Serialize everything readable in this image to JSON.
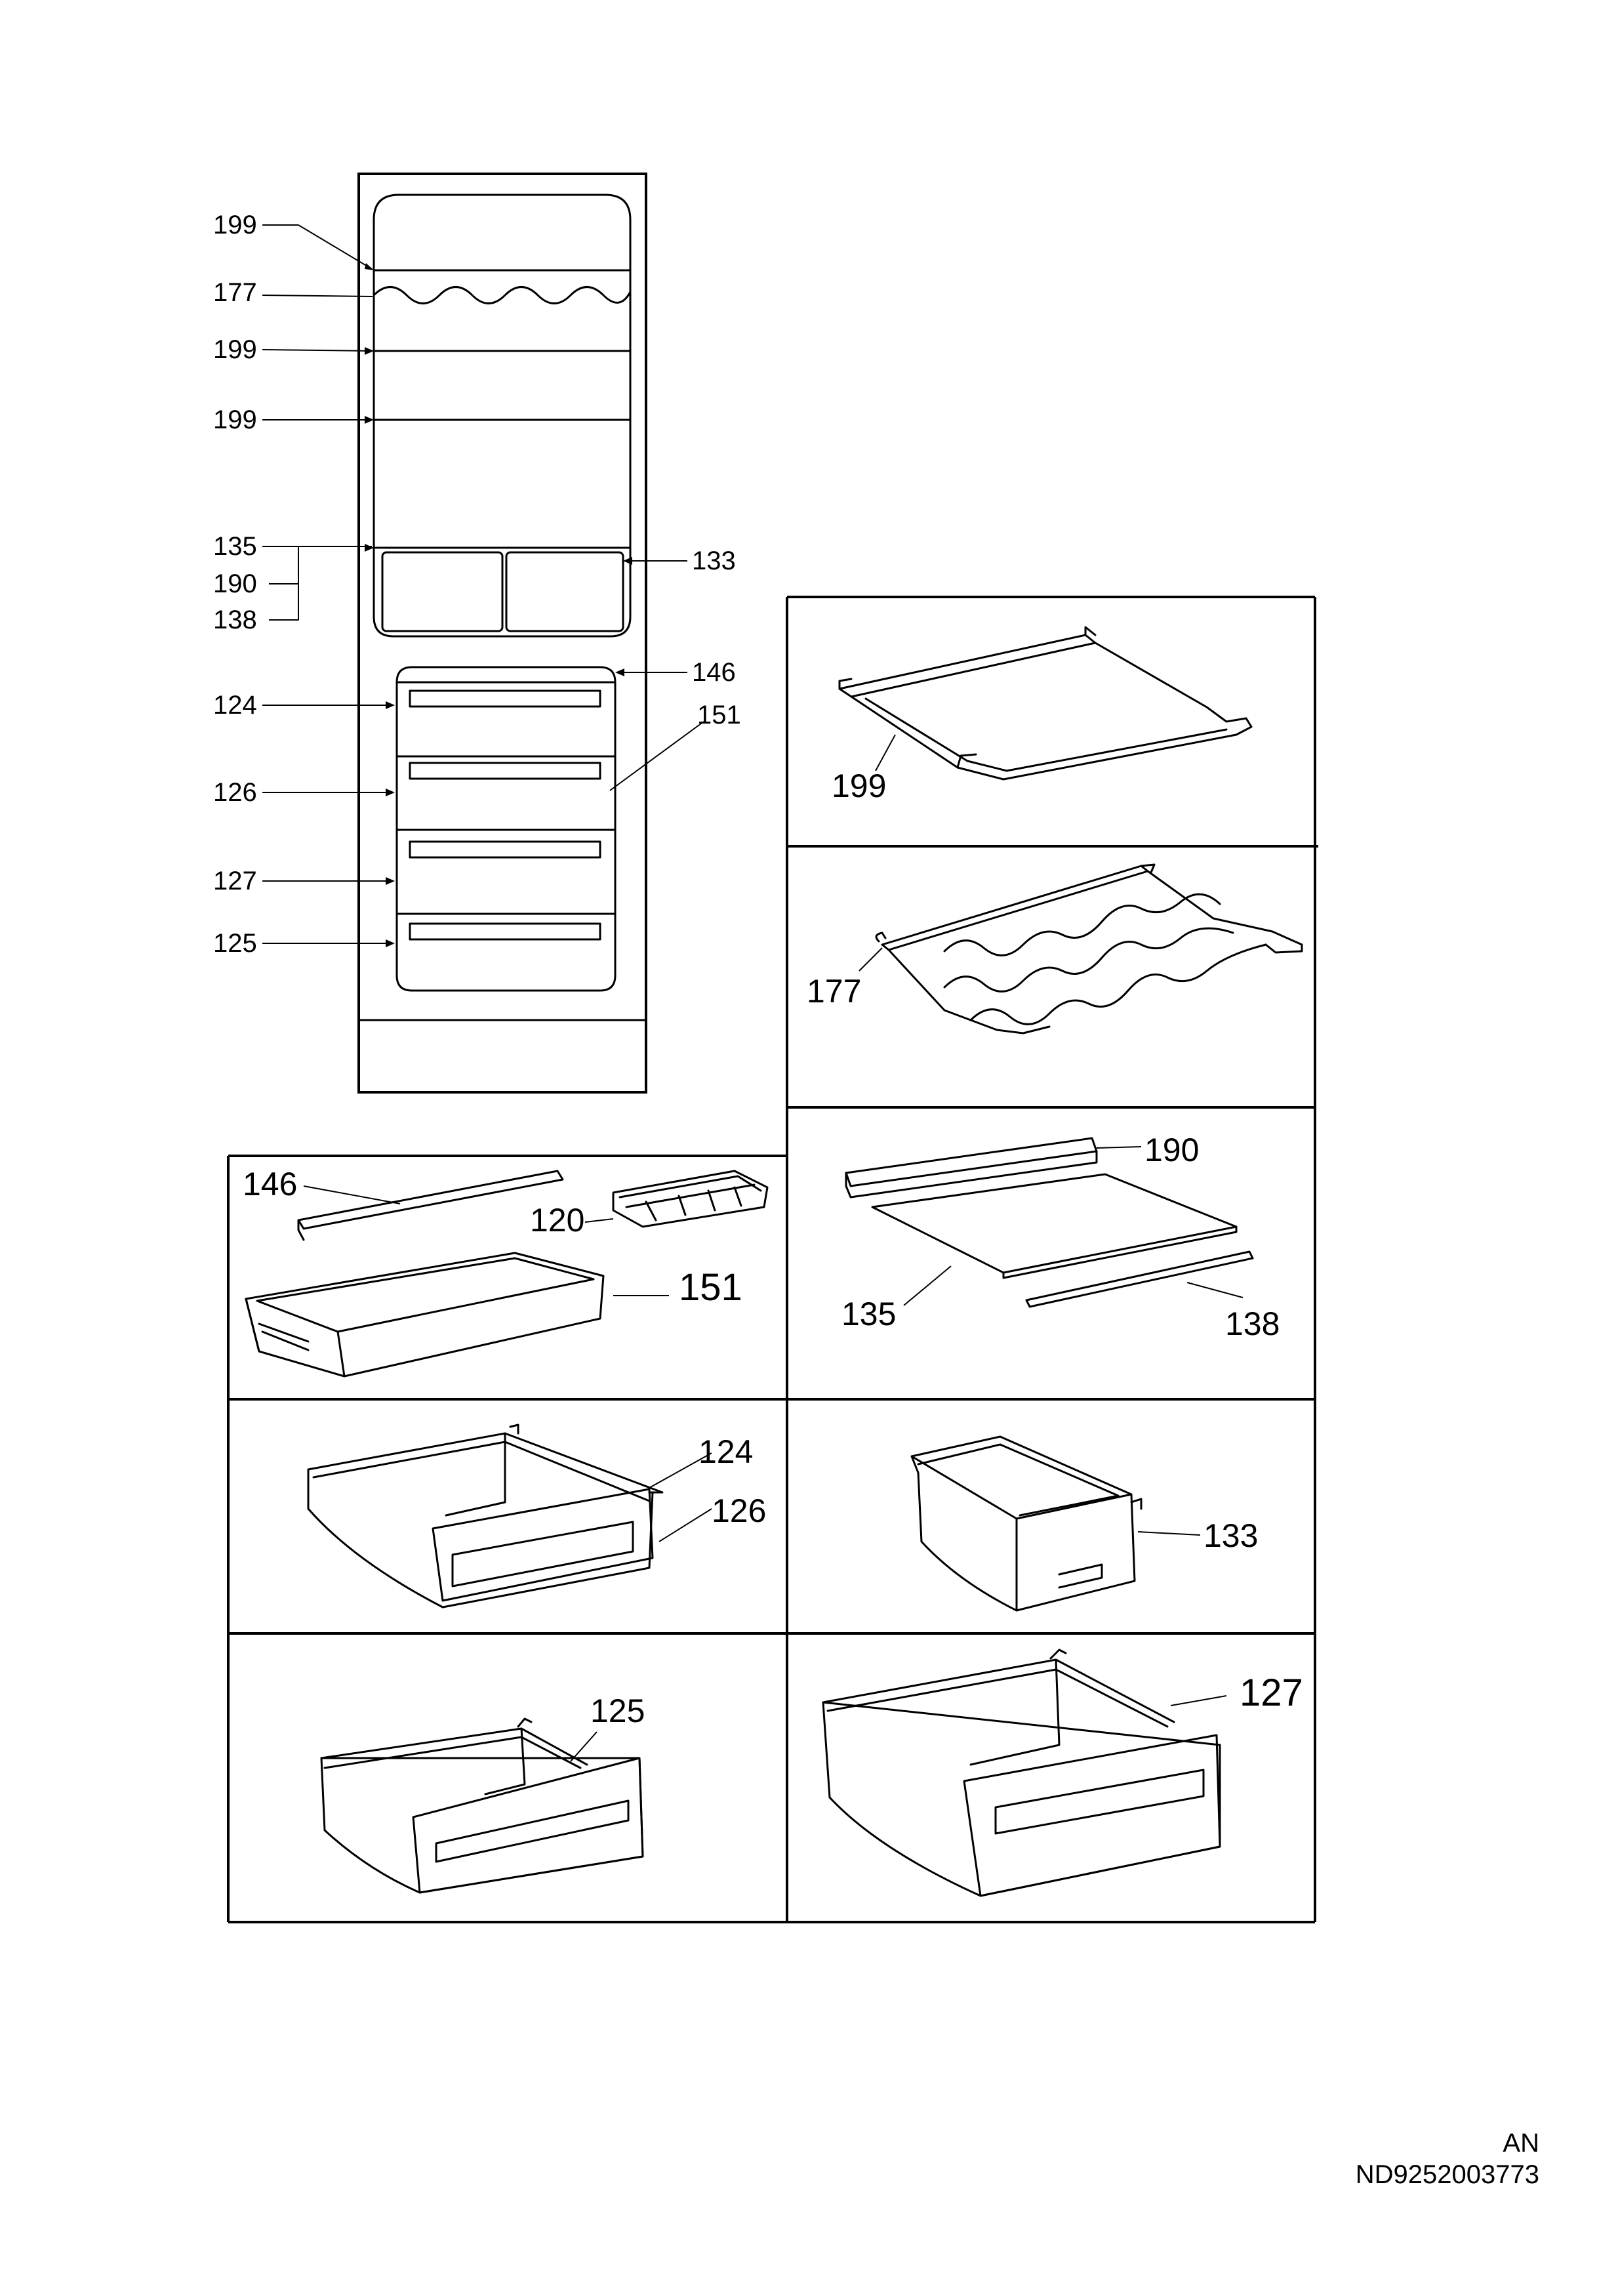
{
  "cabinet_labels": {
    "shelf_top": "199",
    "wine_rack": "177",
    "shelf_mid": "199",
    "shelf_low": "199",
    "glass": "135",
    "rail_back": "190",
    "rail_front": "138",
    "crisper_box": "133",
    "freezer_rail": "146",
    "freezer_tray": "151",
    "drawer_1": "124",
    "drawer_2": "126",
    "drawer_3": "127",
    "drawer_4": "125"
  },
  "parts": {
    "shelf": "199",
    "wine_rack": "177",
    "rail_back": "190",
    "glass_plate": "135",
    "rail_front": "138",
    "freezer_rail": "146",
    "ice_tray": "120",
    "freezer_tray": "151",
    "drawer_upper": "124",
    "drawer_front": "126",
    "crisper_box": "133",
    "drawer_bottom": "125",
    "drawer_large": "127"
  },
  "footer": {
    "language": "AN",
    "doc_number": "ND9252003773"
  }
}
